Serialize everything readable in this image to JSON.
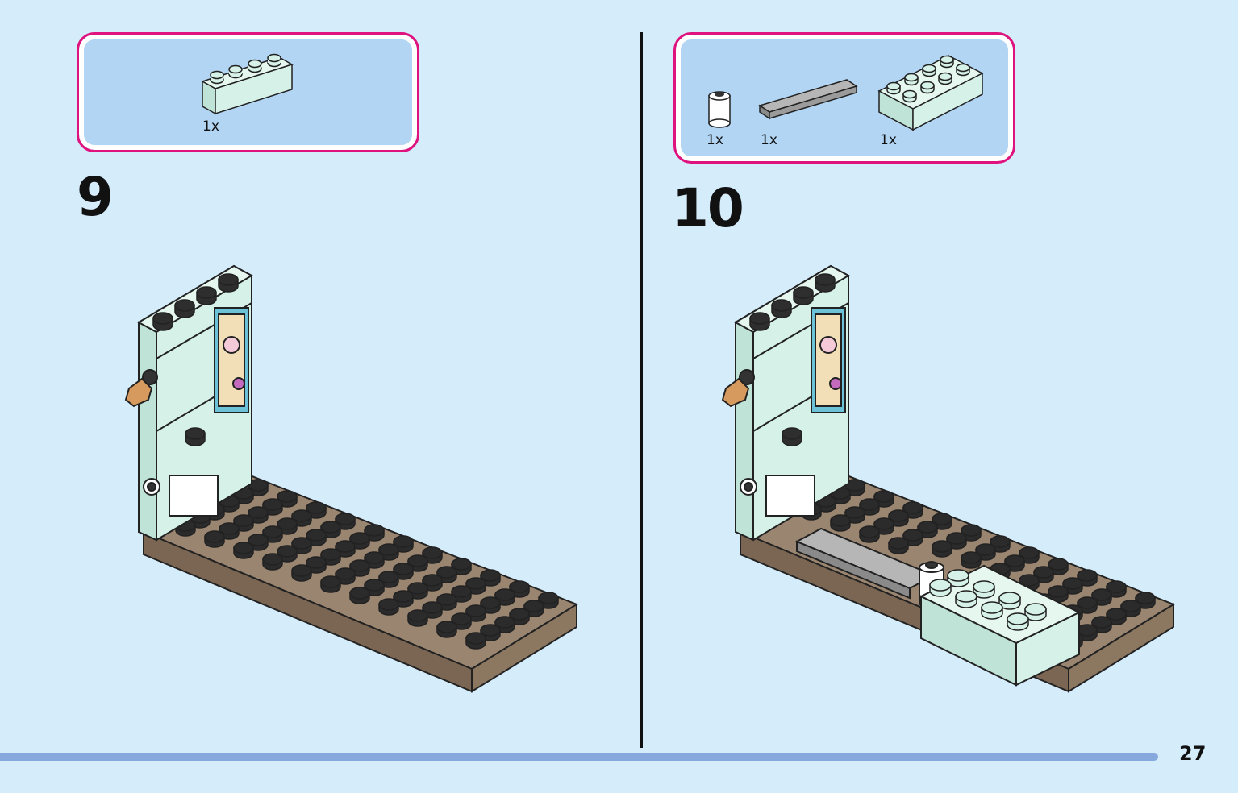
{
  "page_number": "27",
  "steps": [
    {
      "number": "9",
      "parts": [
        {
          "qty": "1x",
          "icon": "mint-brick-1x4-icon"
        }
      ]
    },
    {
      "number": "10",
      "parts": [
        {
          "qty": "1x",
          "icon": "white-round-brick-icon"
        },
        {
          "qty": "1x",
          "icon": "gray-tile-1x6-icon"
        },
        {
          "qty": "1x",
          "icon": "mint-brick-2x4-icon"
        }
      ]
    }
  ],
  "colors": {
    "background": "#d5ecfb",
    "parts_box_fill": "#b2d5f4",
    "parts_box_border": "#e0127e",
    "mint": "#d6f2e8",
    "brown_plate": "#8c7761",
    "gray_tile": "#a4a4a4",
    "footer_bar": "#86a8dc"
  }
}
